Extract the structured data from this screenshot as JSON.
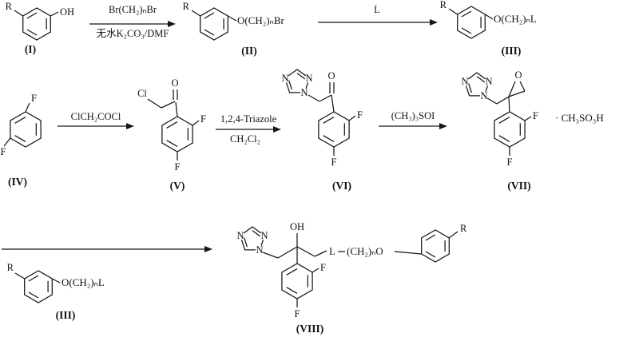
{
  "atoms": {
    "F": "F",
    "Cl": "Cl",
    "O": "O",
    "N": "N",
    "OH": "OH",
    "R": "R",
    "L": "L"
  },
  "compounds": {
    "i": {
      "label": "(I)"
    },
    "ii": {
      "label": "(II)",
      "chain": "O(CH₂)ₙBr"
    },
    "iii": {
      "label": "(III)",
      "chain": "O(CH₂)ₙL"
    },
    "iv": {
      "label": "(IV)"
    },
    "v": {
      "label": "(V)"
    },
    "vi": {
      "label": "(VI)"
    },
    "vii": {
      "label": "(VII)",
      "salt": "· CH₃SO₃H"
    },
    "viii": {
      "label": "(VIII)",
      "chain": "(CH₂)ₙO"
    }
  },
  "reagents": {
    "step1_top": "Br(CH₂)ₙBr",
    "step1_bottom": "无水K₂CO₃/DMF",
    "step2_top": "L",
    "step3_top": "ClCH₂COCl",
    "step4_top": "1,2,4-Triazole",
    "step4_bottom": "CH₂Cl₂",
    "step5_top": "(CH₃)₃SOI"
  }
}
